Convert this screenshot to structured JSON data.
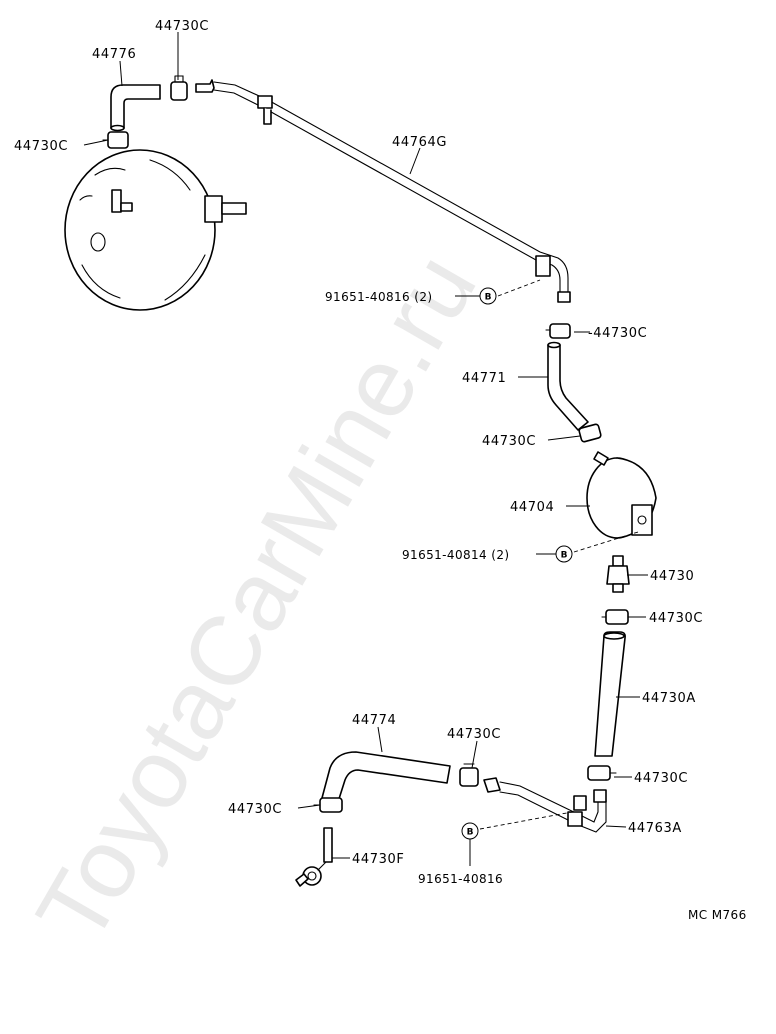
{
  "watermark": "ToyotaCarMine.ru",
  "drawing_code": "MC M766",
  "bolt_marker": "B",
  "labels": {
    "l44730c_top": "44730C",
    "l44776": "44776",
    "l44730c_left": "44730C",
    "l44764g": "44764G",
    "l91651_40816_2": "91651-40816 (2)",
    "l44730c_mid": "-44730C",
    "l44771": "44771",
    "l44730c_tank": "44730C",
    "l44704": "44704",
    "l91651_40814_2": "91651-40814 (2)",
    "l44730": "44730",
    "l44730c_valve": "44730C",
    "l44730a": "44730A",
    "l44774": "44774",
    "l44730c_joint": "44730C",
    "l44730c_right": "44730C",
    "l44730c_bottom_left": "44730C",
    "l44763a": "44763A",
    "l44730f": "44730F",
    "l91651_40816": "91651-40816"
  }
}
